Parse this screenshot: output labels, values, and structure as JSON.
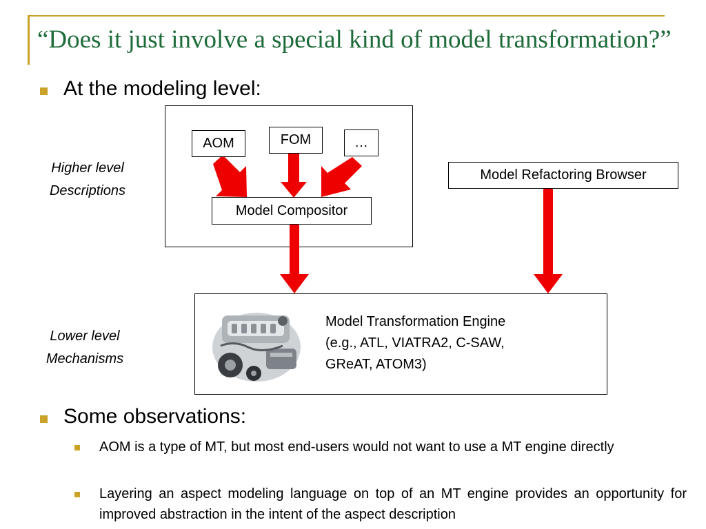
{
  "slide": {
    "title": "“Does it just involve a special kind of model transformation?”",
    "bullet1": "At the modeling level:",
    "bullet2": "Some observations:",
    "sub_bullets": [
      "AOM is a type of MT, but most end-users would not want to use a MT engine directly",
      "Layering an aspect modeling language on top of an MT engine provides an opportunity for improved abstraction in the intent of the aspect description"
    ]
  },
  "diagram": {
    "higher_label": [
      "Higher level",
      "Descriptions"
    ],
    "lower_label": [
      "Lower level",
      "Mechanisms"
    ],
    "aom": "AOM",
    "fom": "FOM",
    "ellipsis": "…",
    "compositor": "Model Compositor",
    "refactoring": "Model Refactoring Browser",
    "engine_text": [
      "Model Transformation Engine",
      "(e.g., ATL, VIATRA2, C-SAW,",
      "GReAT, ATOM3)"
    ]
  },
  "colors": {
    "accent": "#c9a227",
    "title": "#1e6b3a",
    "arrow": "#ee0000"
  },
  "icons": {
    "engine_image": "car-engine-photo"
  }
}
